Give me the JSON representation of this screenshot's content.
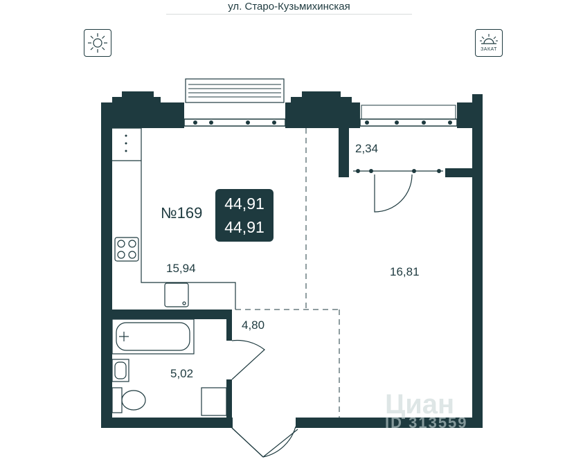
{
  "header": {
    "street": "ул. Старо-Кузьмихинская",
    "sunrise_icon": "sun-icon",
    "sunset_icon": "sunset-icon",
    "sunset_label": "ЗАКАТ"
  },
  "apartment": {
    "number": "№169",
    "total_area": "44,91",
    "living_area": "44,91"
  },
  "rooms": {
    "kitchen_living": "15,94",
    "living": "16,81",
    "balcony": "2,34",
    "hall": "4,80",
    "bathroom": "5,02"
  },
  "watermark": {
    "brand": "Циан",
    "id": "ID 313559"
  },
  "colors": {
    "wall": "#1e3a3f",
    "background": "#ffffff"
  }
}
